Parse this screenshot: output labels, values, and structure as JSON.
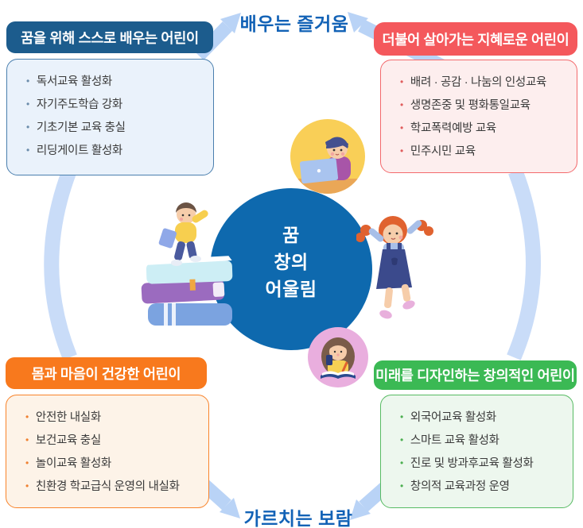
{
  "top_label": {
    "text": "배우는 즐거움",
    "color": "#1262b6"
  },
  "bottom_label": {
    "text": "가르치는 보람",
    "color": "#1262b6"
  },
  "center_circle": {
    "lines": [
      "꿈",
      "창의",
      "어울림"
    ],
    "bg": "#0e69ae",
    "text_color": "#ffffff"
  },
  "quadrants": [
    {
      "position": "top-left",
      "title": "꿈을 위해 스스로 배우는 어린이",
      "header_bg": "#1c5c8d",
      "body_bg": "#eaf2fb",
      "border_color": "#4a7fae",
      "items": [
        "독서교육 활성화",
        "자기주도학습 강화",
        "기초기본 교육 충실",
        "리딩게이트 활성화"
      ]
    },
    {
      "position": "top-right",
      "title": "더불어 살아가는 지혜로운 어린이",
      "header_bg": "#f4585c",
      "body_bg": "#fdeeee",
      "border_color": "#f3696c",
      "items": [
        "배려 · 공감 · 나눔의 인성교육",
        "생명존중 및 평화통일교육",
        "학교폭력예방 교육",
        "민주시민 교육"
      ]
    },
    {
      "position": "bottom-left",
      "title": "몸과 마음이 건강한 어린이",
      "header_bg": "#f8791d",
      "body_bg": "#fdf3e8",
      "border_color": "#f8832a",
      "items": [
        "안전한 내실화",
        "보건교육 충실",
        "놀이교육 활성화",
        "친환경 학교급식 운영의 내실화"
      ]
    },
    {
      "position": "bottom-right",
      "title": "미래를 디자인하는 창의적인 어린이",
      "header_bg": "#3bb954",
      "body_bg": "#edf7ee",
      "border_color": "#57bb63",
      "items": [
        "외국어교육 활성화",
        "스마트 교육 활성화",
        "진로 및 방과후교육 활성화",
        "창의적 교육과정 운영"
      ]
    }
  ],
  "decor": {
    "arc_color": "#c9dcf8",
    "arrow_color": "#b9d3f6",
    "illustrations": [
      "boy-with-laptop",
      "reading-girl",
      "boy-on-book-stack",
      "jumping-girl"
    ]
  }
}
